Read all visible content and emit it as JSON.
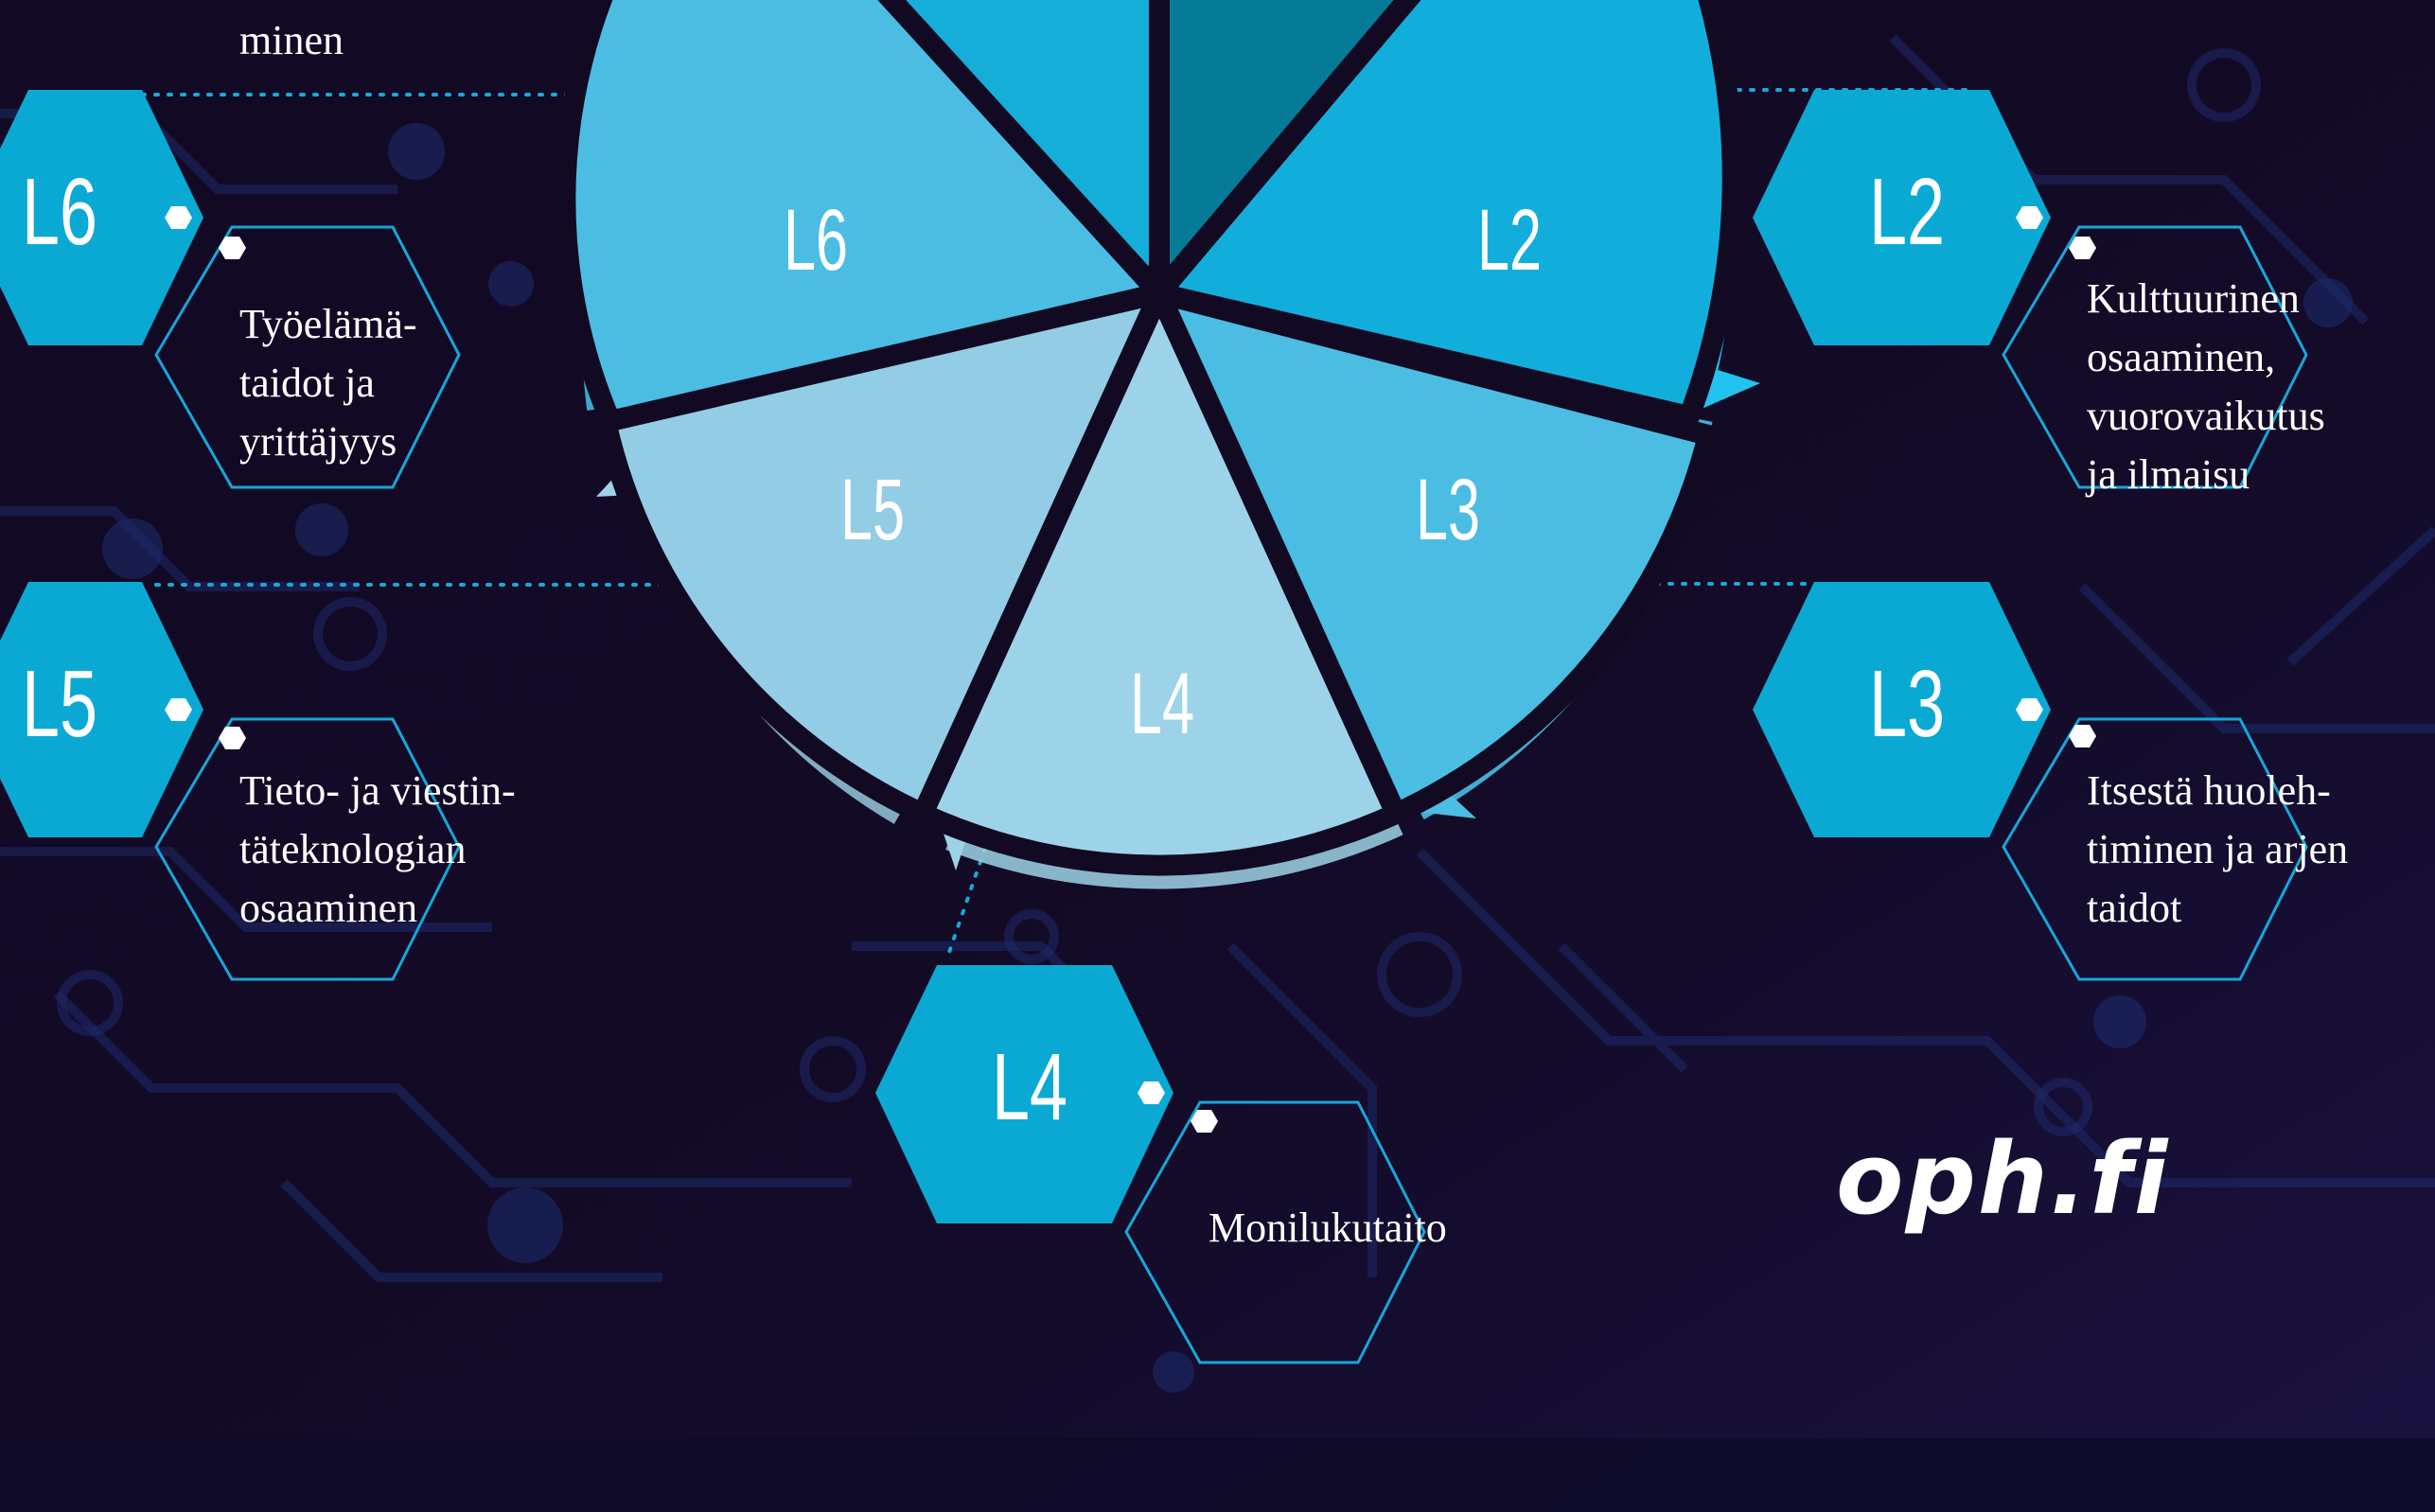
{
  "colors": {
    "background": "#120a22",
    "hex_fill": "#0aa9d4",
    "hex_outline": "#17a6d8",
    "segment_l1": "#067b98",
    "segment_l2": "#12aedb",
    "segment_l3": "#4bbde2",
    "segment_l4": "#9dd3e8",
    "segment_l5": "#93cde5",
    "segment_l6": "#4bbde2",
    "segment_l7": "#14aed8",
    "arrow_ring": "#22c3ee",
    "white": "#ffffff"
  },
  "wheel": {
    "segments": [
      {
        "id": "L2",
        "label": "L2"
      },
      {
        "id": "L3",
        "label": "L3"
      },
      {
        "id": "L4",
        "label": "L4"
      },
      {
        "id": "L5",
        "label": "L5"
      },
      {
        "id": "L6",
        "label": "L6"
      }
    ]
  },
  "hexagons": [
    {
      "id": "L6",
      "label": "L6",
      "text": "Työelämä-\ntaidot ja\nyrittäjyys"
    },
    {
      "id": "L5",
      "label": "L5",
      "text": "Tieto- ja viestin-\ntäteknologian\nosaaminen"
    },
    {
      "id": "L2",
      "label": "L2",
      "text": "Kulttuurinen\nosaaminen,\nvuorovaikutus\nja ilmaisu"
    },
    {
      "id": "L3",
      "label": "L3",
      "text": "Itsestä huoleh-\ntiminen ja arjen\ntaidot"
    },
    {
      "id": "L4",
      "label": "L4",
      "text": "Monilukutaito"
    }
  ],
  "partial_top_text": "minen",
  "logo": {
    "text": "oph.fi"
  }
}
